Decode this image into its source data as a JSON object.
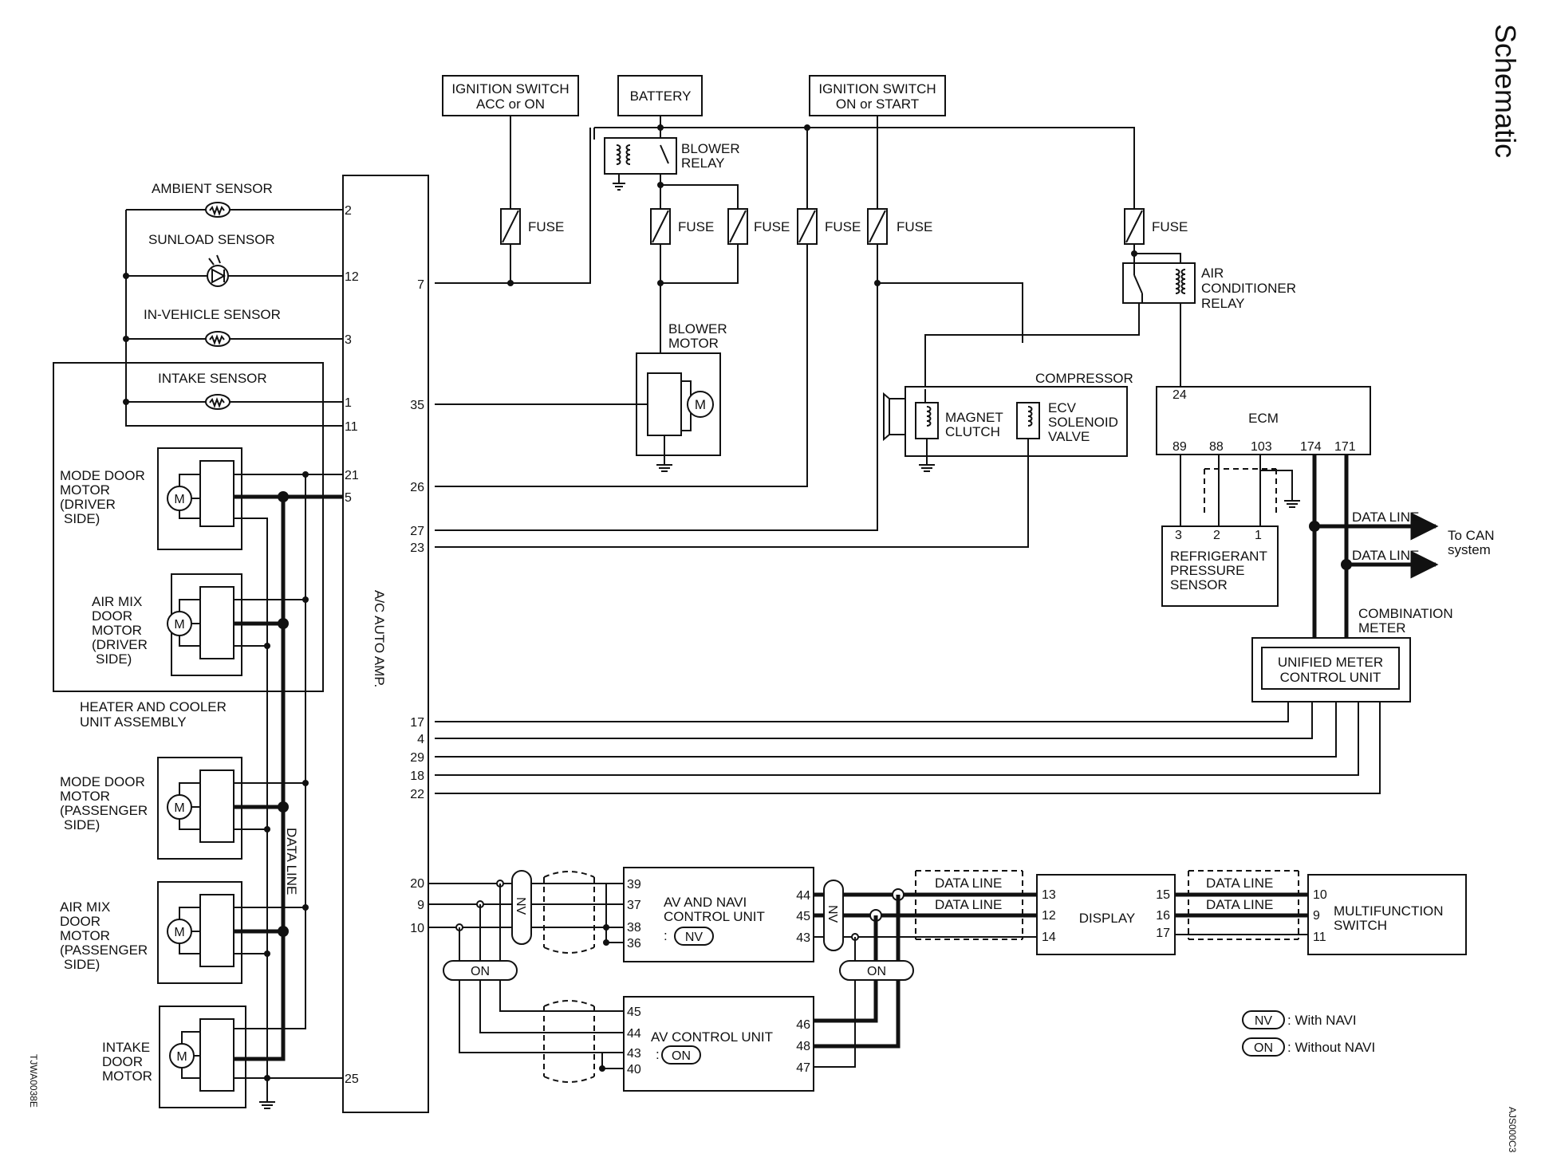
{
  "page_title": "Schematic",
  "code_left": "TJWA0038E",
  "code_right": "AJS000C3",
  "ign_acc": [
    "IGNITION SWITCH",
    "ACC or ON"
  ],
  "battery": "BATTERY",
  "ign_start": [
    "IGNITION SWITCH",
    "ON or START"
  ],
  "fuse": "FUSE",
  "blower_relay": [
    "BLOWER",
    "RELAY"
  ],
  "blower_motor": [
    "BLOWER",
    "MOTOR"
  ],
  "ac_relay": [
    "AIR",
    "CONDITIONER",
    "RELAY"
  ],
  "compressor": "COMPRESSOR",
  "magnet_clutch": [
    "MAGNET",
    "CLUTCH"
  ],
  "ecv": [
    "ECV",
    "SOLENOID",
    "VALVE"
  ],
  "ecm": "ECM",
  "ecm_pins": {
    "p24": "24",
    "p89": "89",
    "p88": "88",
    "p103": "103",
    "p174": "174",
    "p171": "171"
  },
  "ref_sensor": [
    "REFRIGERANT",
    "PRESSURE",
    "SENSOR"
  ],
  "ref_pins": [
    "3",
    "2",
    "1"
  ],
  "data_line": "DATA LINE",
  "to_can": [
    "To CAN",
    "system"
  ],
  "combination_meter": [
    "COMBINATION",
    "METER"
  ],
  "unified_meter": [
    "UNIFIED METER",
    "CONTROL UNIT"
  ],
  "sensors": {
    "ambient": "AMBIENT SENSOR",
    "sunload": "SUNLOAD SENSOR",
    "in_vehicle": "IN-VEHICLE SENSOR",
    "intake": "INTAKE SENSOR"
  },
  "motor_m": "M",
  "mode_door_driver": [
    "MODE DOOR",
    "MOTOR",
    "(DRIVER",
    "SIDE)"
  ],
  "air_mix_driver": [
    "AIR MIX",
    "DOOR",
    "MOTOR",
    "(DRIVER",
    "SIDE)"
  ],
  "heater_assembly": [
    "HEATER AND COOLER",
    "UNIT ASSEMBLY"
  ],
  "mode_door_passenger": [
    "MODE DOOR",
    "MOTOR",
    "(PASSENGER",
    "SIDE)"
  ],
  "air_mix_passenger": [
    "AIR MIX",
    "DOOR",
    "MOTOR",
    "(PASSENGER",
    "SIDE)"
  ],
  "intake_door": [
    "INTAKE",
    "DOOR",
    "MOTOR"
  ],
  "amp_label": "A/C AUTO AMP.",
  "amp_pins_left": [
    "2",
    "12",
    "3",
    "1",
    "11",
    "21",
    "5",
    "25"
  ],
  "amp_pins_right": [
    "7",
    "35",
    "26",
    "27",
    "23",
    "17",
    "4",
    "29",
    "18",
    "22",
    "20",
    "9",
    "10"
  ],
  "av_navi": [
    "AV AND NAVI",
    "CONTROL UNIT",
    ":"
  ],
  "av_navi_pins_left": [
    "39",
    "37",
    "38",
    "36"
  ],
  "av_navi_pins_right": [
    "44",
    "45",
    "43"
  ],
  "av_control": [
    "AV CONTROL UNIT",
    ":"
  ],
  "av_control_pins_left": [
    "45",
    "44",
    "43",
    "40"
  ],
  "av_control_pins_right": [
    "46",
    "48",
    "47"
  ],
  "nv": "NV",
  "on": "ON",
  "display": "DISPLAY",
  "display_pins_left": [
    "13",
    "12",
    "14"
  ],
  "display_pins_right": [
    "15",
    "16",
    "17"
  ],
  "multifunction": [
    "MULTIFUNCTION",
    "SWITCH"
  ],
  "mf_pins": [
    "10",
    "9",
    "11"
  ],
  "legend": {
    "nv_text": ": With NAVI",
    "on_text": ": Without NAVI"
  }
}
